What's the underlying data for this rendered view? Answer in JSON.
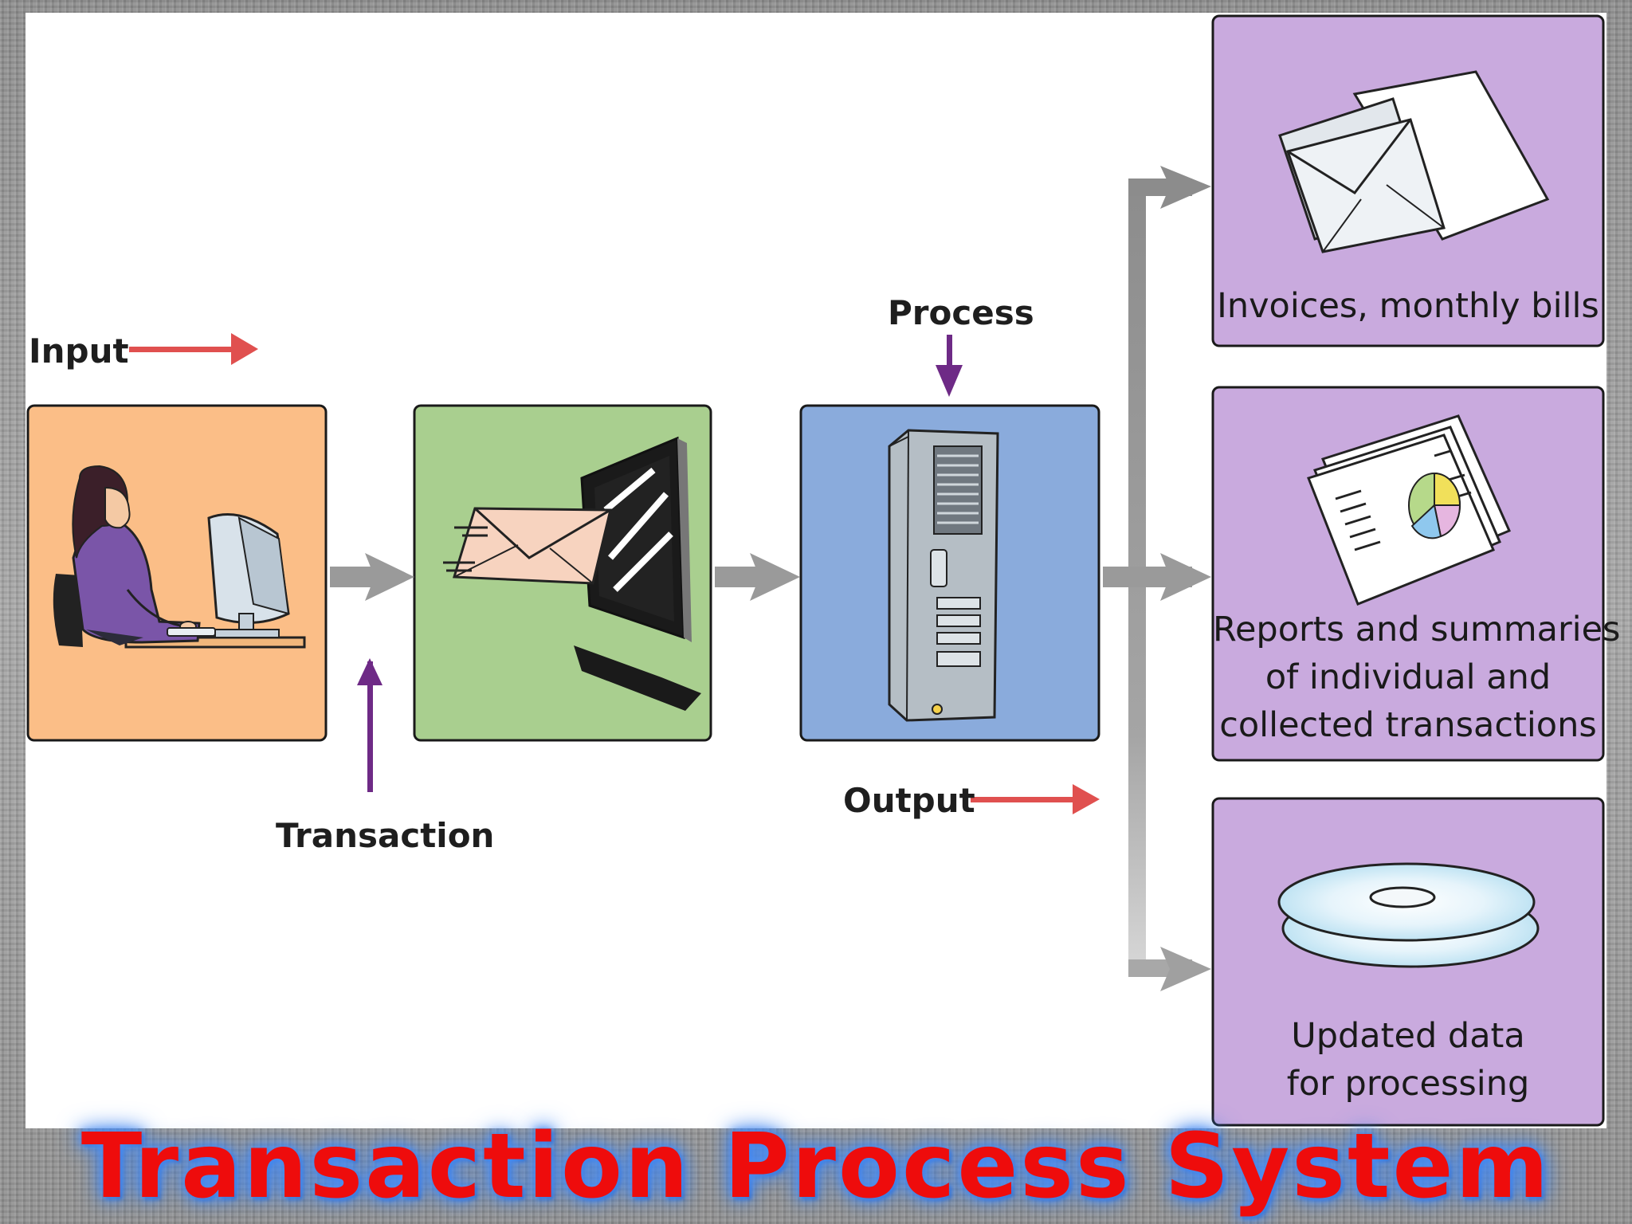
{
  "labels": {
    "input": "Input",
    "transaction": "Transaction",
    "process": "Process",
    "output": "Output"
  },
  "outputs": [
    {
      "line1": "Invoices, monthly bills",
      "line2": "",
      "line3": "",
      "icon": "envelopes-icon"
    },
    {
      "line1": "Reports and summaries",
      "line2": "of individual and",
      "line3": "collected transactions",
      "icon": "report-pages-icon"
    },
    {
      "line1": "Updated data",
      "line2": "for processing",
      "icon": "discs-icon"
    }
  ],
  "title": "Transaction Process System",
  "colors": {
    "input_panel": "#fbbe87",
    "transaction_panel": "#a9cf8f",
    "process_panel": "#8aabdc",
    "output_panels": "#c9aade",
    "red_arrow": "#e0504f",
    "purple_arrow": "#6e2a86",
    "gray_arrow": "#9a9a9a",
    "title_text": "#ee0c0c",
    "title_glow": "#4b8ff5"
  }
}
